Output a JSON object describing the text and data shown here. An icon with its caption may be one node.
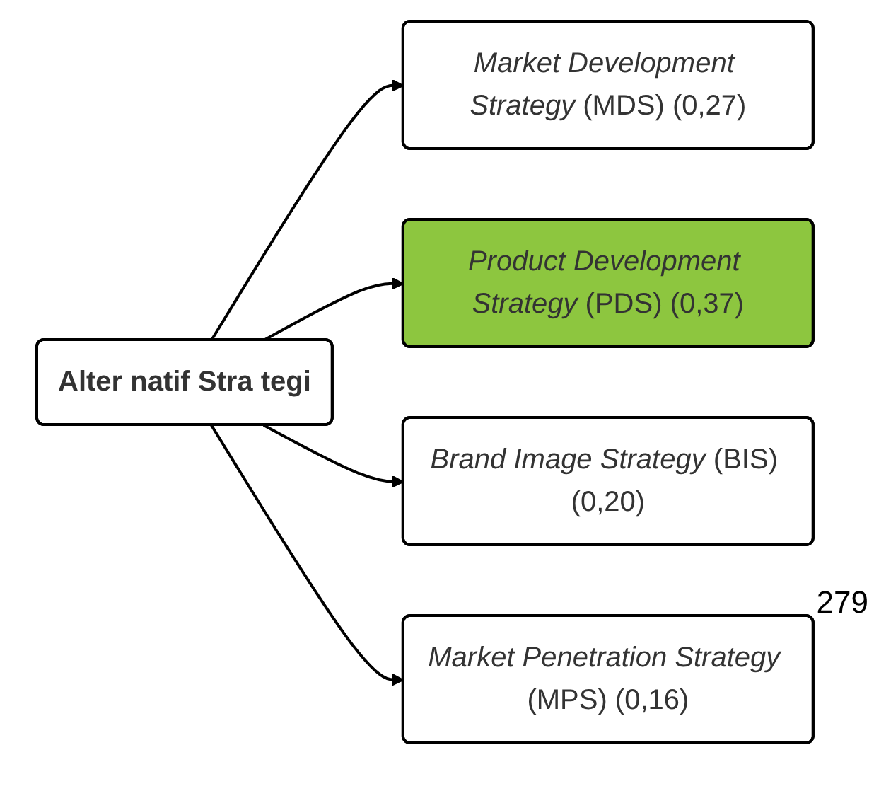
{
  "diagram": {
    "nodes": [
      {
        "text": [
          "Alter natif Stra tegi"
        ]
      },
      {
        "text": [
          "*Market Development Strategy* (MDS) (0,27)"
        ]
      },
      {
        "text": [
          "*Product Development Strategy* (PDS) (0,37)"
        ]
      },
      {
        "text": [
          "*Brand Image Strategy* (BIS) (0,20)"
        ]
      },
      {
        "text": [
          "*Market Penetration Strategy* (MPS) (0,16)"
        ]
      }
    ],
    "edges": [
      {
        "from": 0,
        "to": 1,
        "arrow": "to"
      },
      {
        "from": 0,
        "to": 2,
        "arrow": "to"
      },
      {
        "from": 0,
        "to": 3,
        "arrow": "to"
      },
      {
        "from": 0,
        "to": 4,
        "arrow": "to"
      }
    ],
    "labels": [
      "279"
    ]
  }
}
